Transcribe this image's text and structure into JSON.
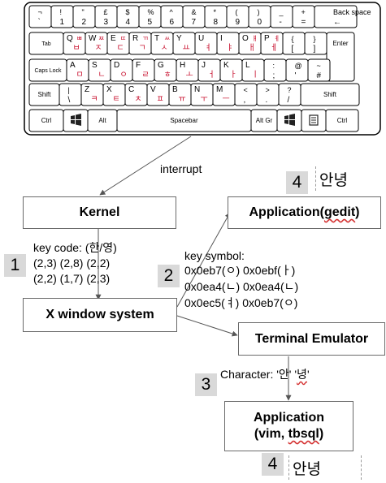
{
  "keyboard": {
    "rows": [
      [
        {
          "t": "¬",
          "b": "`"
        },
        {
          "t": "!",
          "b": "1"
        },
        {
          "t": "\"",
          "b": "2"
        },
        {
          "t": "£",
          "b": "3"
        },
        {
          "t": "$",
          "b": "4"
        },
        {
          "t": "%",
          "b": "5"
        },
        {
          "t": "^",
          "b": "6"
        },
        {
          "t": "&",
          "b": "7"
        },
        {
          "t": "*",
          "b": "8"
        },
        {
          "t": "(",
          "b": "9"
        },
        {
          "t": ")",
          "b": "0"
        },
        {
          "t": "_",
          "b": "-"
        },
        {
          "t": "+",
          "b": "="
        },
        {
          "t": "Back space",
          "b": "←"
        }
      ],
      [
        {
          "t": "Tab",
          "b": ""
        },
        {
          "t": "Q",
          "k": "ㅂ",
          "ks": "ㅃ"
        },
        {
          "t": "W",
          "k": "ㅈ",
          "ks": "ㅉ"
        },
        {
          "t": "E",
          "k": "ㄷ",
          "ks": "ㄸ"
        },
        {
          "t": "R",
          "k": "ㄱ",
          "ks": "ㄲ"
        },
        {
          "t": "T",
          "k": "ㅅ",
          "ks": "ㅆ"
        },
        {
          "t": "Y",
          "k": "ㅛ"
        },
        {
          "t": "U",
          "k": "ㅕ"
        },
        {
          "t": "I",
          "k": "ㅑ"
        },
        {
          "t": "O",
          "k": "ㅐ",
          "ks": "ㅒ"
        },
        {
          "t": "P",
          "k": "ㅔ",
          "ks": "ㅖ"
        },
        {
          "t": "{",
          "b": "["
        },
        {
          "t": "}",
          "b": "]"
        },
        {
          "t": "Enter",
          "b": ""
        }
      ],
      [
        {
          "t": "Caps Lock",
          "b": ""
        },
        {
          "t": "A",
          "k": "ㅁ"
        },
        {
          "t": "S",
          "k": "ㄴ"
        },
        {
          "t": "D",
          "k": "ㅇ"
        },
        {
          "t": "F",
          "k": "ㄹ"
        },
        {
          "t": "G",
          "k": "ㅎ"
        },
        {
          "t": "H",
          "k": "ㅗ"
        },
        {
          "t": "J",
          "k": "ㅓ"
        },
        {
          "t": "K",
          "k": "ㅏ"
        },
        {
          "t": "L",
          "k": "ㅣ"
        },
        {
          "t": ":",
          "b": ";"
        },
        {
          "t": "@",
          "b": "'"
        },
        {
          "t": "~",
          "b": "#"
        }
      ],
      [
        {
          "t": "Shift",
          "b": ""
        },
        {
          "t": "|",
          "b": "\\"
        },
        {
          "t": "Z",
          "k": "ㅋ"
        },
        {
          "t": "X",
          "k": "ㅌ"
        },
        {
          "t": "C",
          "k": "ㅊ"
        },
        {
          "t": "V",
          "k": "ㅍ"
        },
        {
          "t": "B",
          "k": "ㅠ"
        },
        {
          "t": "N",
          "k": "ㅜ"
        },
        {
          "t": "M",
          "k": "ㅡ"
        },
        {
          "t": "<",
          "b": ","
        },
        {
          "t": ">",
          "b": "."
        },
        {
          "t": "?",
          "b": "/"
        },
        {
          "t": "Shift",
          "b": ""
        }
      ],
      [
        {
          "t": "Ctrl",
          "b": ""
        },
        {
          "t": "win",
          "b": ""
        },
        {
          "t": "Alt",
          "b": ""
        },
        {
          "t": "Spacebar",
          "b": ""
        },
        {
          "t": "Alt Gr",
          "b": ""
        },
        {
          "t": "win",
          "b": ""
        },
        {
          "t": "menu",
          "b": ""
        },
        {
          "t": "Ctrl",
          "b": ""
        }
      ]
    ]
  },
  "labels": {
    "interrupt": "interrupt",
    "kernel": "Kernel",
    "xwindow": "X window system",
    "app_gedit_prefix": "Application(",
    "app_gedit_word": "gedit",
    "app_gedit_suffix": ")",
    "terminal": "Terminal Emulator",
    "app_vim_line1": "Application",
    "app_vim_prefix": "(vim, ",
    "app_vim_word": "tbsql",
    "app_vim_suffix": ")",
    "keycode_title": "key code: (한/영)",
    "keycode_line1": "(2,3) (2,8) (2,2)",
    "keycode_line2": "(2,2) (1,7) (2,3)",
    "keysym_title": "key symbol:",
    "keysym_line1": "0x0eb7(ㅇ) 0x0ebf(ㅏ)",
    "keysym_line2": "0x0ea4(ㄴ) 0x0ea4(ㄴ)",
    "keysym_line3": "0x0ec5(ㅕ) 0x0eb7(ㅇ)",
    "character_prefix": "Character: '안' '",
    "character_word": "녕",
    "character_suffix": "'",
    "result_top": "안녕",
    "result_bottom": "안녕"
  },
  "badges": {
    "b1": "1",
    "b2": "2",
    "b3": "3",
    "b4_top": "4",
    "b4_bottom": "4"
  },
  "colors": {
    "hangul_key": "#c8102e",
    "line": "#555555",
    "badge_bg": "#d9d9d9",
    "spell_underline": "#d43030"
  }
}
